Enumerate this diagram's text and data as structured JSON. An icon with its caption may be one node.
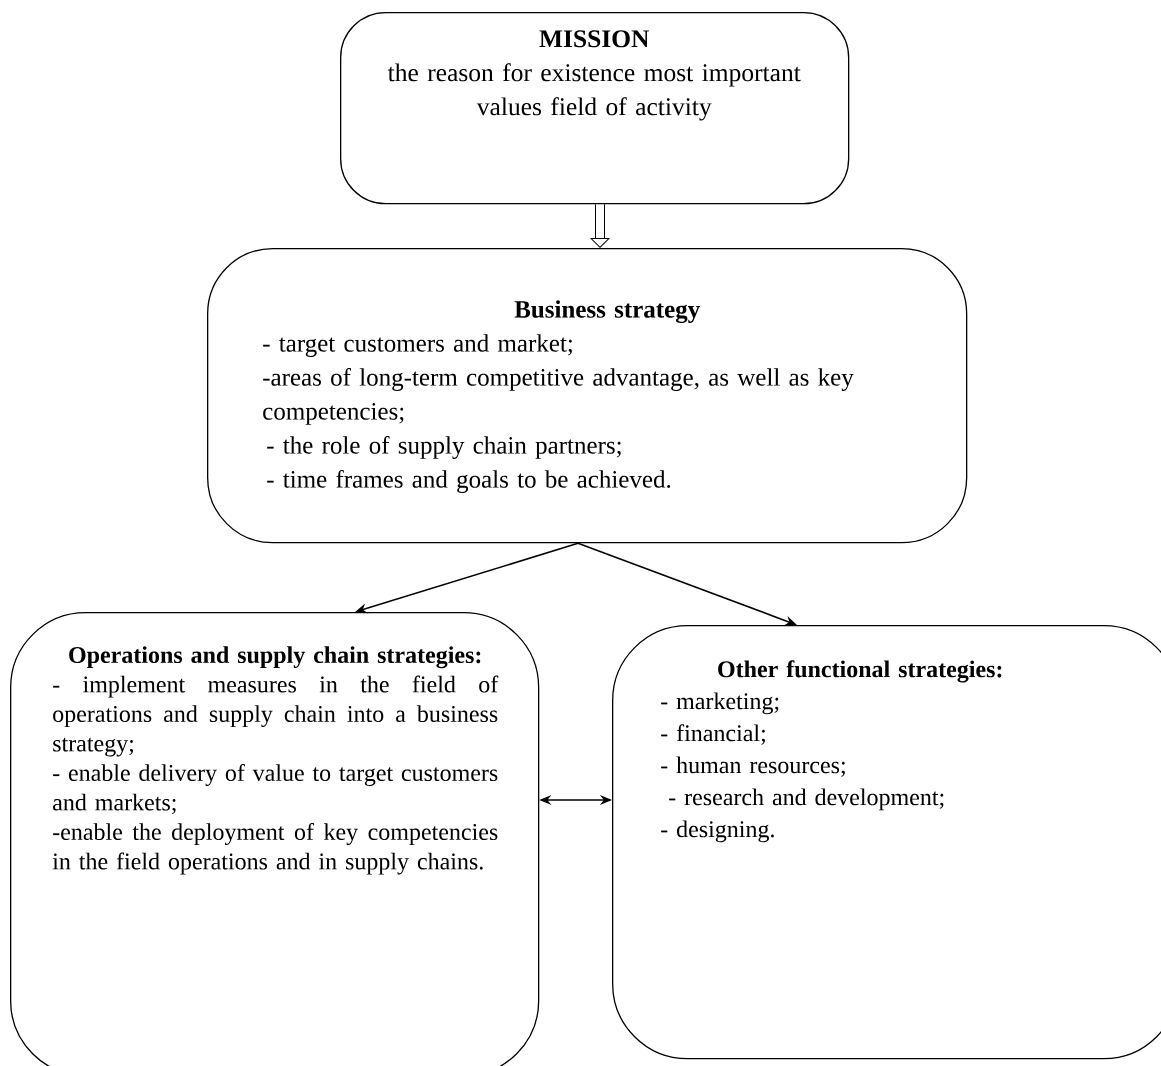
{
  "diagram": {
    "nodes": [
      {
        "text": [
          "MISSION",
          "the reason for existence most important values field of activity"
        ]
      },
      {
        "text": [
          "Business strategy",
          "- target customers and market;",
          "-areas of long-term competitive advantage, as well as key competencies;",
          "- the role of supply chain partners;",
          "- time frames and goals to be achieved."
        ]
      },
      {
        "text": [
          "Operations and supply chain strategies:",
          "- implement measures in the field of operations and supply chain into a business strategy;",
          "- enable delivery of value to target customers and markets;",
          "-enable the deployment of key competencies in the field operations and in supply chains."
        ]
      },
      {
        "text": [
          "Other functional strategies:",
          "- marketing;",
          "- financial;",
          "- human resources;",
          "- research and development;",
          "- designing."
        ]
      }
    ],
    "edges": [
      {
        "from": 0,
        "to": 1,
        "arrow": "to",
        "style": "thick"
      },
      {
        "from": 1,
        "to": 2,
        "arrow": "to"
      },
      {
        "from": 1,
        "to": 3,
        "arrow": "to"
      },
      {
        "from": 2,
        "to": 3,
        "arrow": "both"
      }
    ]
  }
}
